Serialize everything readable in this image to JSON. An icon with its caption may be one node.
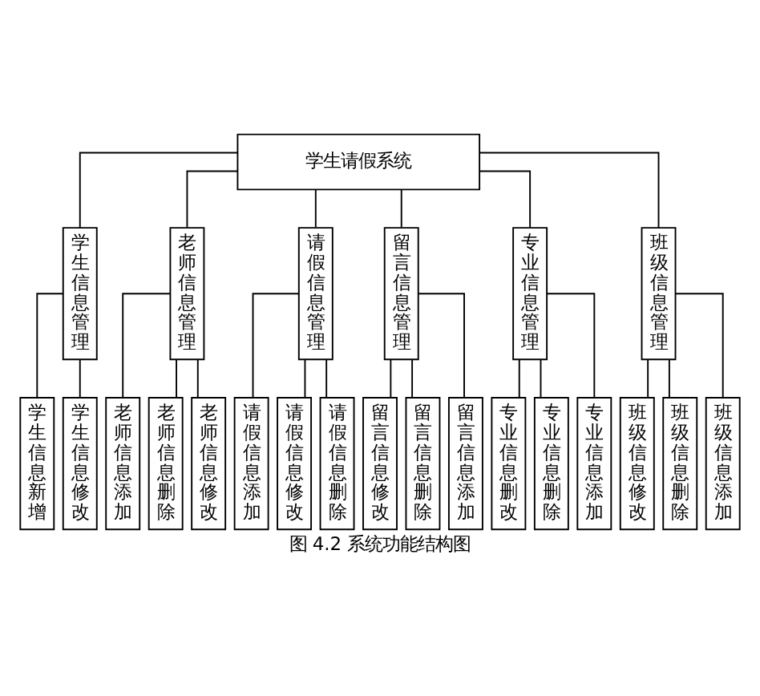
{
  "diagram": {
    "caption": "图 4.2 系统功能结构图",
    "nodes": [
      {
        "text": [
          "学生请假系统"
        ]
      },
      {
        "text": [
          "学生信息管理"
        ]
      },
      {
        "text": [
          "老师信息管理"
        ]
      },
      {
        "text": [
          "请假信息管理"
        ]
      },
      {
        "text": [
          "留言信息管理"
        ]
      },
      {
        "text": [
          "专业信息管理"
        ]
      },
      {
        "text": [
          "班级信息管理"
        ]
      },
      {
        "text": [
          "学生信息新增"
        ]
      },
      {
        "text": [
          "学生信息修改"
        ]
      },
      {
        "text": [
          "老师信息添加"
        ]
      },
      {
        "text": [
          "老师信息删除"
        ]
      },
      {
        "text": [
          "老师信息修改"
        ]
      },
      {
        "text": [
          "请假信息添加"
        ]
      },
      {
        "text": [
          "请假信息修改"
        ]
      },
      {
        "text": [
          "请假信息删除"
        ]
      },
      {
        "text": [
          "留言信息修改"
        ]
      },
      {
        "text": [
          "留言信息删除"
        ]
      },
      {
        "text": [
          "留言信息添加"
        ]
      },
      {
        "text": [
          "专业信息删改"
        ]
      },
      {
        "text": [
          "专业信息删除"
        ]
      },
      {
        "text": [
          "专业信息添加"
        ]
      },
      {
        "text": [
          "班级信息修改"
        ]
      },
      {
        "text": [
          "班级信息删除"
        ]
      },
      {
        "text": [
          "班级信息添加"
        ]
      }
    ],
    "edges": [
      {
        "from": 0,
        "to": 1,
        "arrow": "none"
      },
      {
        "from": 0,
        "to": 2,
        "arrow": "none"
      },
      {
        "from": 0,
        "to": 3,
        "arrow": "none"
      },
      {
        "from": 0,
        "to": 4,
        "arrow": "none"
      },
      {
        "from": 0,
        "to": 5,
        "arrow": "none"
      },
      {
        "from": 0,
        "to": 6,
        "arrow": "none"
      },
      {
        "from": 1,
        "to": 7,
        "arrow": "none"
      },
      {
        "from": 1,
        "to": 8,
        "arrow": "none"
      },
      {
        "from": 2,
        "to": 9,
        "arrow": "none"
      },
      {
        "from": 2,
        "to": 10,
        "arrow": "none"
      },
      {
        "from": 2,
        "to": 11,
        "arrow": "none"
      },
      {
        "from": 3,
        "to": 12,
        "arrow": "none"
      },
      {
        "from": 3,
        "to": 13,
        "arrow": "none"
      },
      {
        "from": 3,
        "to": 14,
        "arrow": "none"
      },
      {
        "from": 4,
        "to": 15,
        "arrow": "none"
      },
      {
        "from": 4,
        "to": 16,
        "arrow": "none"
      },
      {
        "from": 4,
        "to": 17,
        "arrow": "none"
      },
      {
        "from": 5,
        "to": 18,
        "arrow": "none"
      },
      {
        "from": 5,
        "to": 19,
        "arrow": "none"
      },
      {
        "from": 5,
        "to": 20,
        "arrow": "none"
      },
      {
        "from": 6,
        "to": 21,
        "arrow": "none"
      },
      {
        "from": 6,
        "to": 22,
        "arrow": "none"
      },
      {
        "from": 6,
        "to": 23,
        "arrow": "none"
      }
    ]
  }
}
